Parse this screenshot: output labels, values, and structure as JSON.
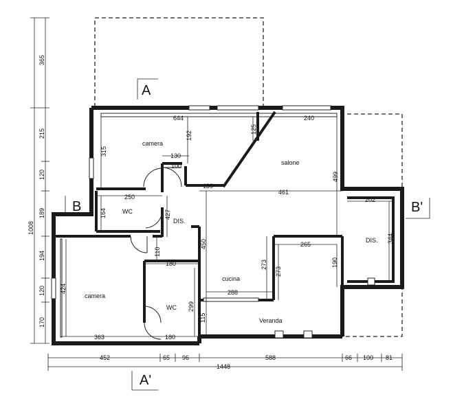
{
  "rooms": {
    "camera_top": "camera",
    "salone": "salone",
    "wc_top": "WC",
    "dis_left": "DIS.",
    "dis_right": "DIS.",
    "cucina": "cucina",
    "camera_bottom": "camera",
    "wc_bottom": "WC",
    "veranda": "Veranda"
  },
  "sections": {
    "a_top": "A",
    "a_bottom": "A'",
    "b_left": "B",
    "b_right": "B'"
  },
  "dims": {
    "d644": "644",
    "d240": "240",
    "d315": "315",
    "d192": "192",
    "d125": "125",
    "d130": "130",
    "d100": "100",
    "d139": "139",
    "d499": "499",
    "d461": "461",
    "d250": "250",
    "d164": "164",
    "d427": "427",
    "d202": "202",
    "d344": "344",
    "d450": "450",
    "d265": "265",
    "d273a": "273",
    "d273b": "273",
    "d190": "190",
    "d110": "110",
    "d180a": "180",
    "d424": "424",
    "d288": "288",
    "d299": "299",
    "d115": "115",
    "d363": "363",
    "d180b": "180",
    "left_365": "365",
    "left_215": "215",
    "left_120a": "120",
    "left_189": "189",
    "left_194": "194",
    "left_120b": "120",
    "left_170": "170",
    "left_total": "1008",
    "b452": "452",
    "b65": "65",
    "b96": "96",
    "b588": "588",
    "b66": "66",
    "b100": "100",
    "b81": "81",
    "b_total": "1448"
  }
}
